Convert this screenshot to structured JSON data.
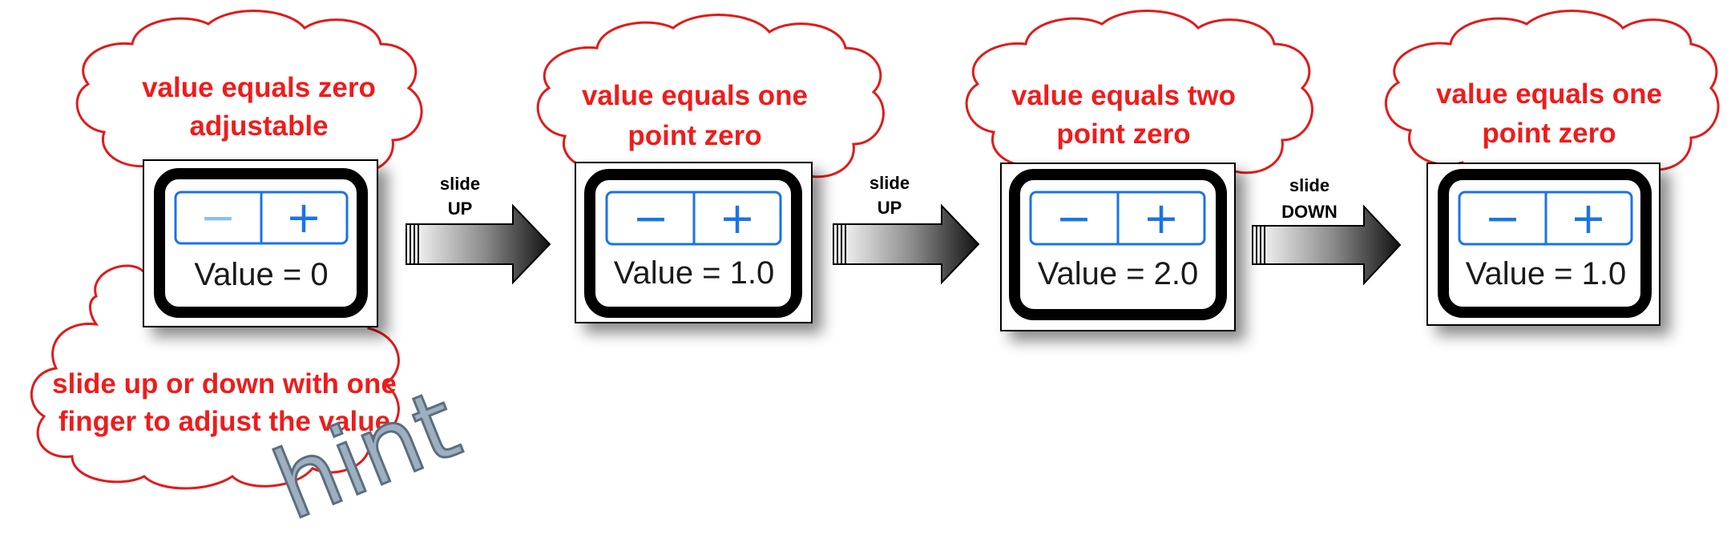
{
  "hint_cloud": {
    "text_lines": [
      "slide up or down with one",
      "finger to adjust the value"
    ]
  },
  "hint_watermark": "hint",
  "panels": [
    {
      "cloud_lines": [
        "value equals zero",
        "adjustable"
      ],
      "decrement_symbol": "−",
      "increment_symbol": "+",
      "value_label": "Value = 0",
      "decrement_state": "dimmed"
    },
    {
      "cloud_lines": [
        "value equals one",
        "point zero"
      ],
      "decrement_symbol": "−",
      "increment_symbol": "+",
      "value_label": "Value = 1.0",
      "decrement_state": "active"
    },
    {
      "cloud_lines": [
        "value equals two",
        "point zero"
      ],
      "decrement_symbol": "−",
      "increment_symbol": "+",
      "value_label": "Value = 2.0",
      "decrement_state": "active"
    },
    {
      "cloud_lines": [
        "value equals one",
        "point zero"
      ],
      "decrement_symbol": "−",
      "increment_symbol": "+",
      "value_label": "Value = 1.0",
      "decrement_state": "active"
    }
  ],
  "arrows": [
    {
      "line1": "slide",
      "line2": "UP"
    },
    {
      "line1": "slide",
      "line2": "UP"
    },
    {
      "line1": "slide",
      "line2": "DOWN"
    }
  ],
  "colors": {
    "cloud_outline": "#e01b1b",
    "cloud_text": "#ee1c1c",
    "stepper_blue": "#1a73e8",
    "stepper_dimmed": "#8cc0f5",
    "device_frame": "#000000"
  }
}
